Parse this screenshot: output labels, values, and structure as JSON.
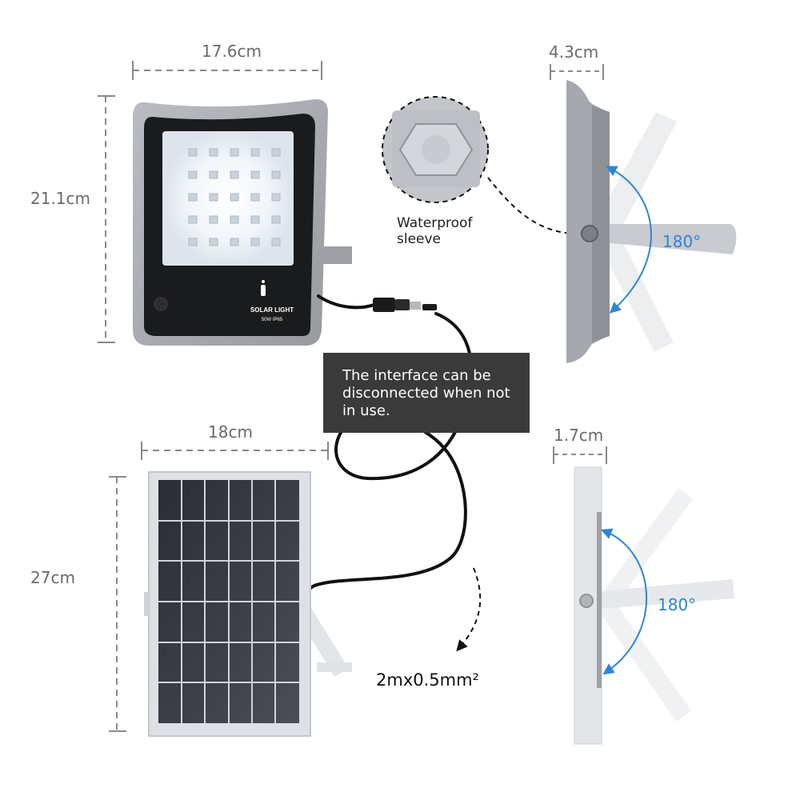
{
  "dimensions": {
    "light_width": "17.6cm",
    "light_height": "21.1cm",
    "light_depth": "4.3cm",
    "panel_width": "18cm",
    "panel_height": "27cm",
    "panel_depth": "1.7cm"
  },
  "rotation_angle": "180°",
  "waterproof_label": "Waterproof sleeve",
  "interface_note": "The interface can be disconnected when not in use.",
  "cable_spec": "2mx0.5mm²",
  "product_label": {
    "name": "SOLAR LIGHT",
    "spec": "50W IP65"
  },
  "colors": {
    "dimension_line": "#8a8a8a",
    "angle_arc": "#2b86d9",
    "housing": "#a9adb2",
    "tooltip_bg": "#3a3a3a"
  }
}
